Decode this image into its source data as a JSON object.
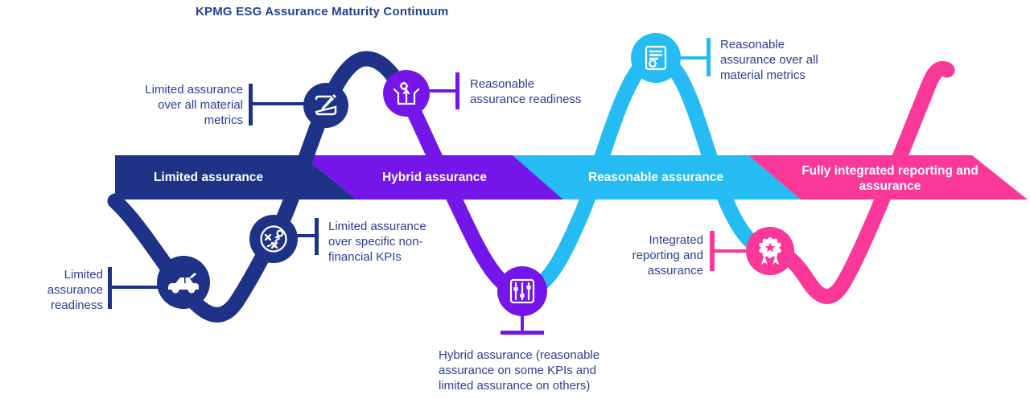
{
  "title": "KPMG ESG Assurance Maturity Continuum",
  "colors": {
    "navy": "#1E3287",
    "violet": "#7415E9",
    "cyan": "#24BCF2",
    "pink": "#FA3899",
    "label_text": "#2A3F97",
    "band_text": "#FFFFFF",
    "background": "#FFFFFF"
  },
  "band": {
    "segments": [
      {
        "label": "Limited assurance",
        "color": "#1E3287"
      },
      {
        "label": "Hybrid assurance",
        "color": "#7415E9"
      },
      {
        "label": "Reasonable assurance",
        "color": "#24BCF2"
      },
      {
        "label": "Fully integrated reporting and assurance",
        "color": "#FA3899"
      }
    ]
  },
  "milestones": [
    {
      "name": "limited-assurance-readiness",
      "icon": "car-icon",
      "color": "#1E3287",
      "lines": [
        "Limited",
        "assurance",
        "readiness"
      ]
    },
    {
      "name": "limited-assurance-specific-kpis",
      "icon": "strategy-icon",
      "color": "#1E3287",
      "lines": [
        "Limited assurance",
        "over specific non-",
        "financial KPIs"
      ]
    },
    {
      "name": "limited-assurance-all-metrics",
      "icon": "edit-icon",
      "color": "#1E3287",
      "lines": [
        "Limited assurance",
        "over all material",
        "metrics"
      ]
    },
    {
      "name": "reasonable-assurance-readiness",
      "icon": "open-box-icon",
      "color": "#7415E9",
      "lines": [
        "Reasonable",
        "assurance readiness"
      ]
    },
    {
      "name": "hybrid-assurance",
      "icon": "sliders-icon",
      "color": "#7415E9",
      "lines": [
        "Hybrid assurance (reasonable",
        "assurance on some KPIs and",
        "limited assurance on others)"
      ]
    },
    {
      "name": "reasonable-assurance-all-metrics",
      "icon": "certificate-icon",
      "color": "#24BCF2",
      "lines": [
        "Reasonable",
        "assurance over all",
        "material metrics"
      ]
    },
    {
      "name": "integrated-reporting-assurance",
      "icon": "award-icon",
      "color": "#FA3899",
      "lines": [
        "Integrated",
        "reporting and",
        "assurance"
      ]
    }
  ]
}
